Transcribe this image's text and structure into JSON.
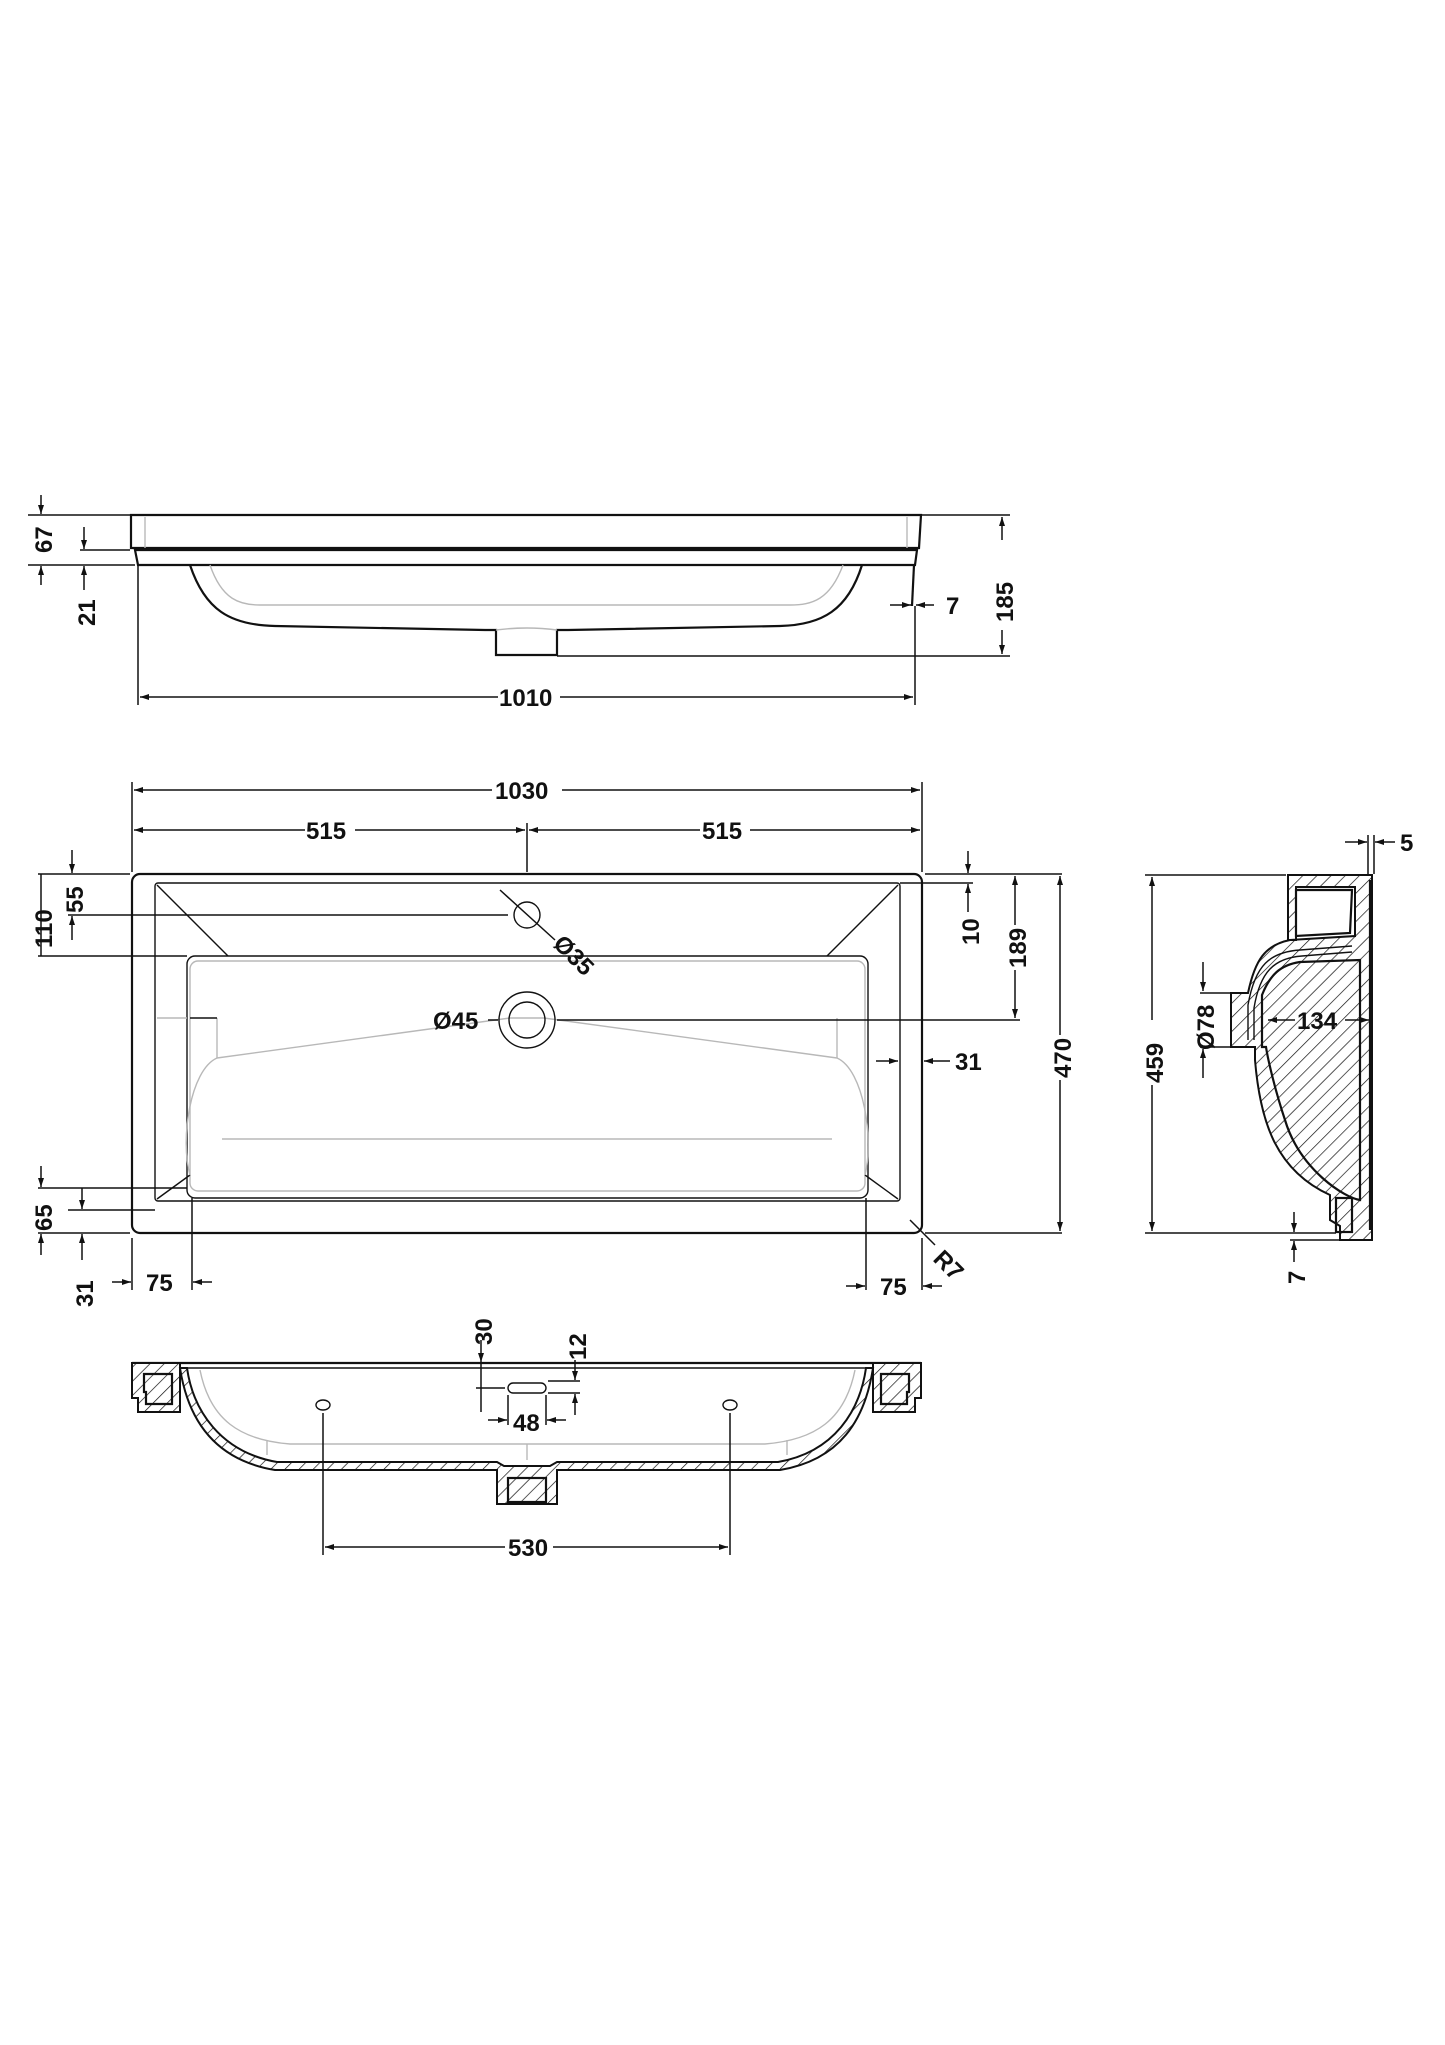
{
  "drawing": {
    "subject": "Rectangular basin dimensional drawing",
    "units": "mm",
    "colors": {
      "line": "#111111",
      "hidden_line": "#b8b8b8",
      "background": "#ffffff"
    }
  },
  "front_elevation": {
    "dims": {
      "rim_height": "67",
      "lip_height": "21",
      "overall_height": "185",
      "side_offset": "7",
      "overall_width": "1010"
    }
  },
  "plan_view": {
    "dims": {
      "overall_width": "1030",
      "left_half": "515",
      "right_half": "515",
      "tap_hole_offset_top": "55",
      "bowl_offset_top": "110",
      "rim_to_ledge": "10",
      "waste_offset_top": "189",
      "overall_depth": "470",
      "side_rim": "31",
      "tap_hole_diameter": "Ø35",
      "waste_diameter": "Ø45",
      "front_offset": "65",
      "front_rim": "31",
      "left_corner": "75",
      "right_corner": "75",
      "corner_radius": "R7"
    }
  },
  "side_section": {
    "dims": {
      "back_lip": "5",
      "overall_depth": "459",
      "waste_diameter": "Ø78",
      "bowl_depth": "134",
      "foot_offset": "7"
    }
  },
  "long_section": {
    "dims": {
      "overflow_height": "30",
      "overflow_slot_height": "12",
      "overflow_slot_width": "48",
      "fixing_centres": "530"
    }
  }
}
